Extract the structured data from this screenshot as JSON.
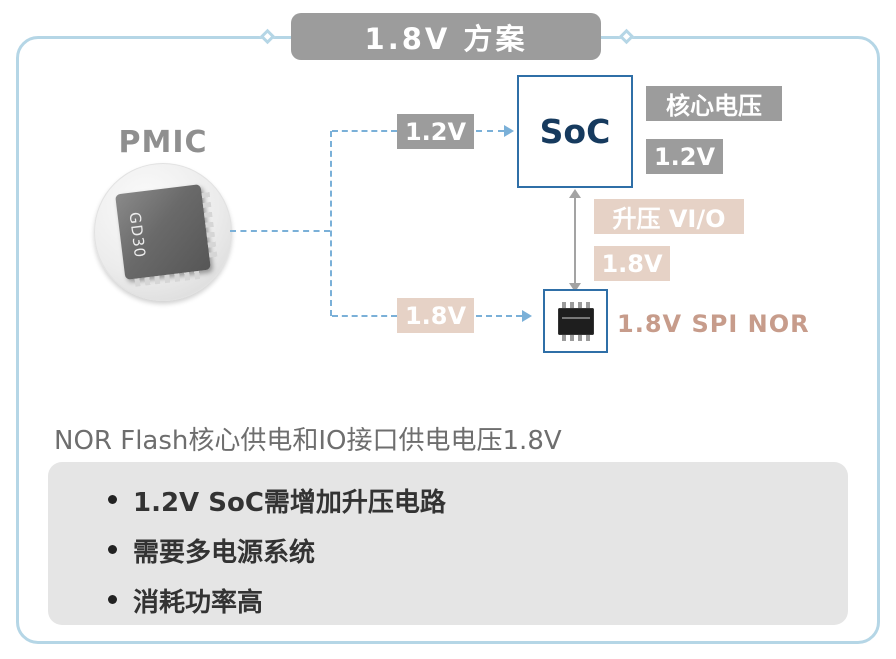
{
  "title": "1.8V 方案",
  "pmic": {
    "label": "PMIC",
    "chip_text": "GD30"
  },
  "rails": {
    "v12": "1.2V",
    "v18": "1.8V"
  },
  "soc": {
    "label": "SoC",
    "core_voltage_label": "核心电压",
    "core_voltage_value": "1.2V"
  },
  "boost": {
    "label": "升压 VI/O",
    "value": "1.8V"
  },
  "nor": {
    "label": "1.8V SPI NOR"
  },
  "caption": "NOR Flash核心供电和IO接口供电电压1.8V",
  "notes": [
    "1.2V SoC需增加升压电路",
    "需要多电源系统",
    "消耗功率高"
  ],
  "colors": {
    "frame-blue": "#b5d6e6",
    "gray-box": "#9c9c9c",
    "tan-box": "#e6d2c6",
    "tan-text": "#c79c8b",
    "box-blue": "#2f6fa7",
    "dash-blue": "#7ab0d8",
    "note-bg": "#e5e5e5"
  }
}
